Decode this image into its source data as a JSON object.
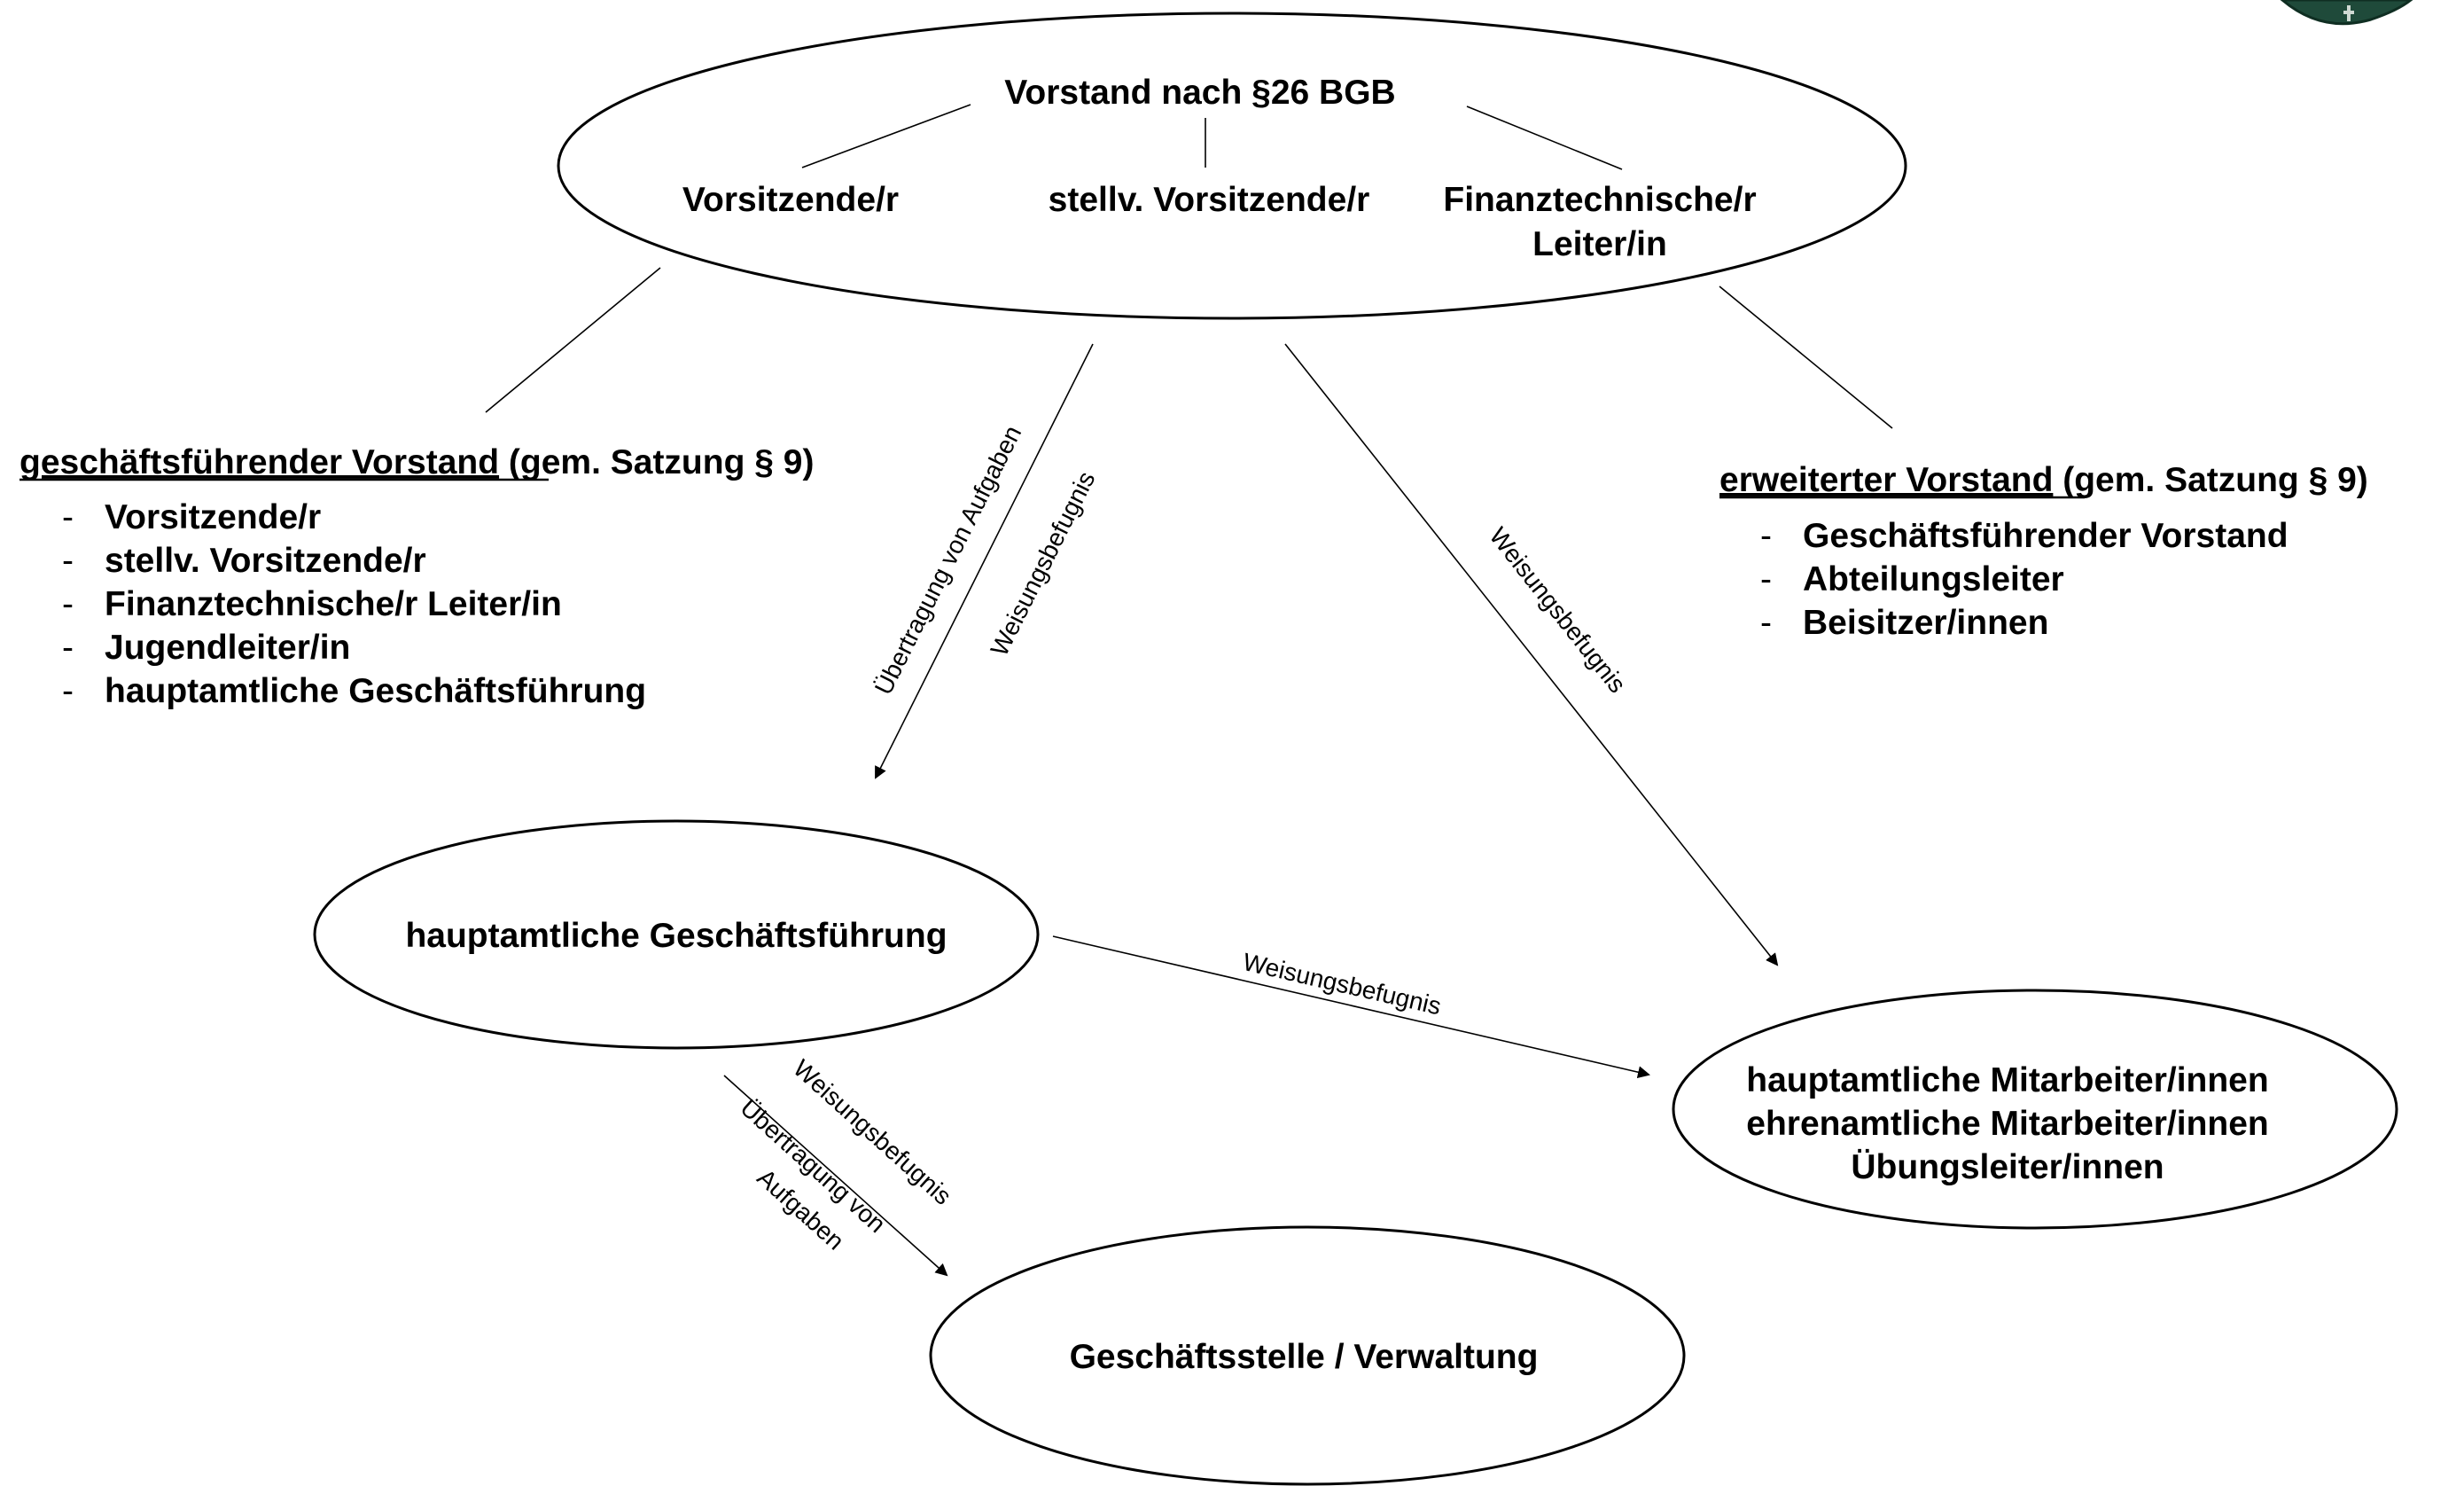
{
  "diagram": {
    "top_node": {
      "title": "Vorstand nach §26 BGB",
      "roles": [
        "Vorsitzende/r",
        "stellv. Vorsitzende/r",
        "Finanztechnische/r",
        "Leiter/in"
      ]
    },
    "left_group": {
      "heading": "geschäftsführender Vorstand",
      "heading_suffix": " (gem. Satzung § 9)",
      "items": [
        "Vorsitzende/r",
        "stellv. Vorsitzende/r",
        "Finanztechnische/r Leiter/in",
        "Jugendleiter/in",
        "hauptamtliche Geschäftsführung"
      ]
    },
    "right_group": {
      "heading": "erweiterter Vorstand",
      "heading_suffix": " (gem. Satzung § 9)",
      "items": [
        "Geschäftsführender Vorstand",
        "Abteilungsleiter",
        "Beisitzer/innen"
      ]
    },
    "list_bullet": "-",
    "nodes": {
      "management": "hauptamtliche Geschäftsführung",
      "staff": [
        "hauptamtliche Mitarbeiter/innen",
        "ehrenamtliche Mitarbeiter/innen",
        "Übungsleiter/innen"
      ],
      "office": "Geschäftsstelle / Verwaltung"
    },
    "edge_labels": {
      "transfer_tasks": "Übertragung von Aufgaben",
      "authority": "Weisungsbefugnis",
      "transfer_line1": "Übertragung von",
      "transfer_line2": "Aufgaben"
    }
  },
  "logo": {
    "color": "#1f4a3a"
  }
}
